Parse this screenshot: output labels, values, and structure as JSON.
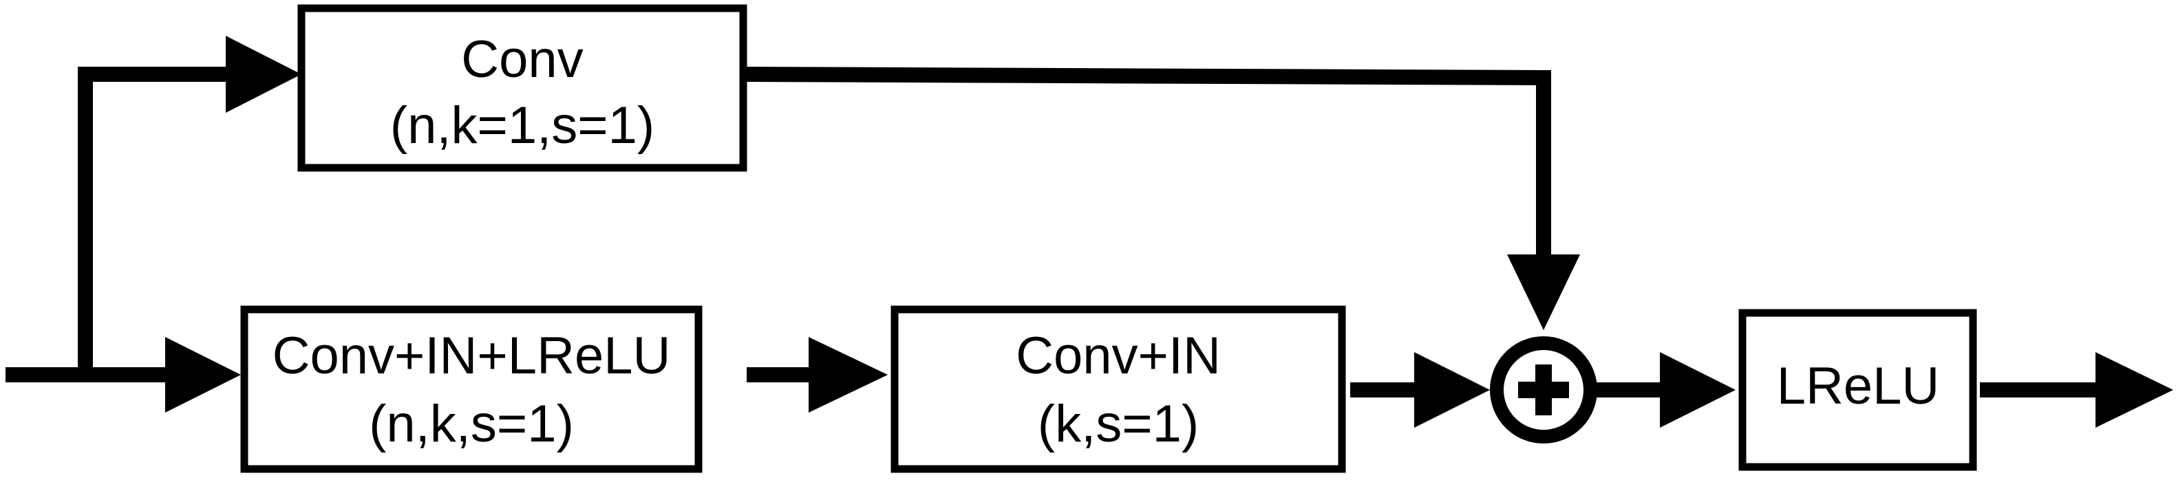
{
  "diagram": {
    "blocks": {
      "conv_skip": {
        "line1": "Conv",
        "line2": "(n,k=1,s=1)"
      },
      "conv_in_lrelu": {
        "line1": "Conv+IN+LReLU",
        "line2": "(n,k,s=1)"
      },
      "conv_in": {
        "line1": "Conv+IN",
        "line2": "(k,s=1)"
      },
      "lrelu": {
        "line1": "LReLU"
      }
    },
    "operators": {
      "add": {
        "symbol": "+"
      }
    }
  },
  "colors": {
    "stroke": "#000000",
    "background": "#ffffff"
  }
}
